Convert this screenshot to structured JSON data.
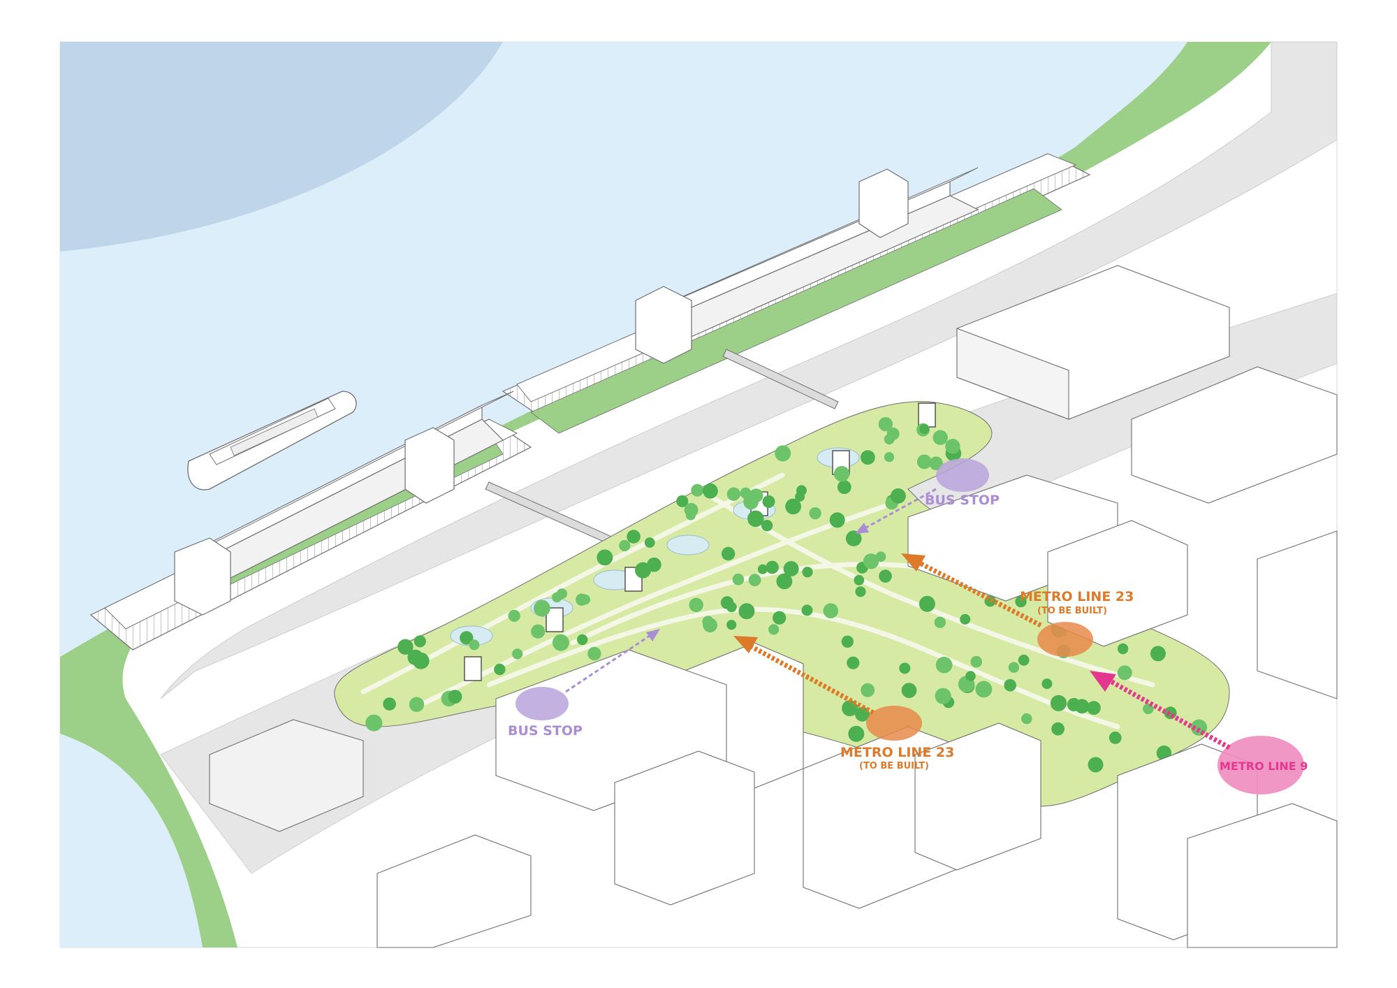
{
  "colors": {
    "river": "#dbeef9",
    "river_deep": "#bfd6ea",
    "lawn": "#9ccf88",
    "park": "#d7eaa4",
    "park_path": "#f4f7e6",
    "tree": "#4caf50",
    "building": "#ffffff",
    "outline": "#6e6e6e",
    "road": "#e6e6e6",
    "bus": "#a98ed3",
    "bus_circle": "#b8a3dc",
    "metro23": "#dd7a2a",
    "metro23_circle": "#e88a4a",
    "metro9": "#e4388f",
    "metro9_circle": "#ef8cc0"
  },
  "labels": {
    "bus_stop_left": "BUS STOP",
    "bus_stop_right": "BUS STOP",
    "metro23_right": "METRO LINE 23",
    "metro23_right_sub": "(TO BE BUILT)",
    "metro23_left": "METRO LINE 23",
    "metro23_left_sub": "(TO BE BUILT)",
    "metro9": "METRO LINE 9"
  },
  "icons": {
    "cruise_ship": "cruise-ship-icon",
    "tree": "tree-icon",
    "arrow": "arrow-icon"
  }
}
